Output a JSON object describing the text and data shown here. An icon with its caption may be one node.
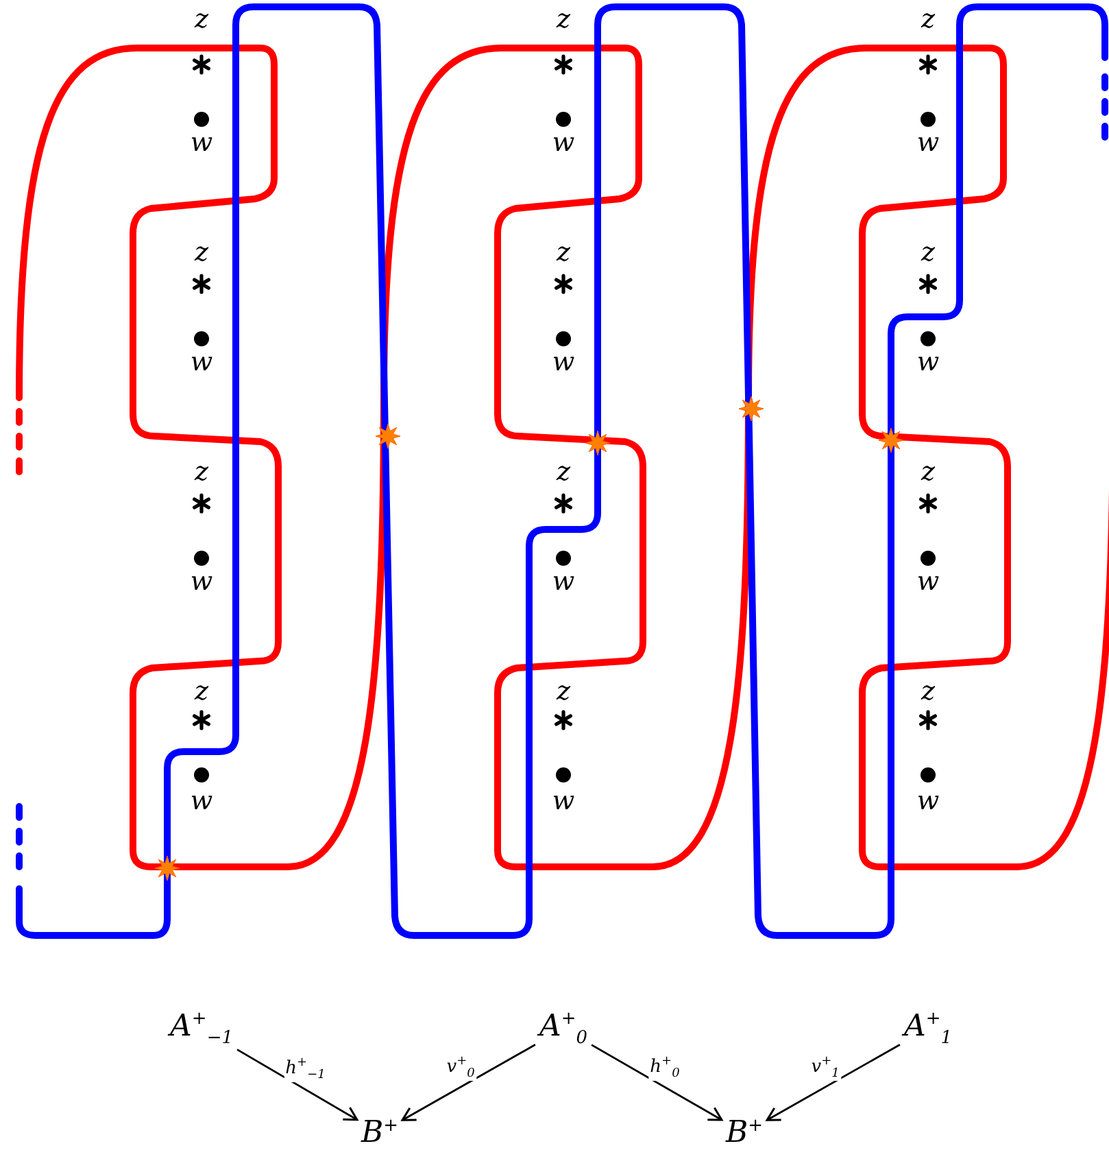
{
  "diagram": {
    "nodes": [
      {
        "text": [
          "A$^{+}$$_{−1}$"
        ]
      },
      {
        "text": [
          "A$^{+}$$_{0}$"
        ]
      },
      {
        "text": [
          "A$^{+}$$_{1}$"
        ]
      },
      {
        "text": [
          "B$^{+}$"
        ]
      },
      {
        "text": [
          "B$^{+}$"
        ]
      }
    ],
    "edges": [
      {
        "from": 0,
        "to": 3,
        "arrow": "to",
        "label": "h$^{+}$$_{−1}$"
      },
      {
        "from": 1,
        "to": 3,
        "arrow": "to",
        "label": "v$^{+}$$_{0}$"
      },
      {
        "from": 1,
        "to": 4,
        "arrow": "to",
        "label": "h$^{+}$$_{0}$"
      },
      {
        "from": 2,
        "to": 4,
        "arrow": "to",
        "label": "v$^{+}$$_{1}$"
      }
    ],
    "labels": [
      "z",
      "z",
      "z",
      "w",
      "w",
      "w",
      "z",
      "z",
      "z",
      "w",
      "w",
      "w",
      "z",
      "z",
      "z",
      "w",
      "w",
      "w",
      "z",
      "z",
      "z",
      "w",
      "w",
      "w"
    ]
  }
}
